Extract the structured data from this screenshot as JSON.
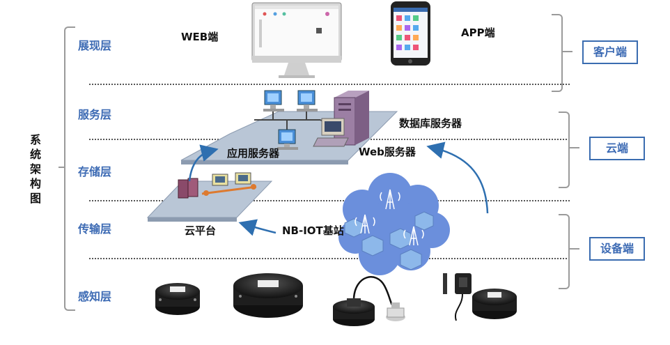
{
  "diagram": {
    "vertical_title": "系统架构图",
    "layers": [
      {
        "label": "展现层"
      },
      {
        "label": "服务层"
      },
      {
        "label": "存储层"
      },
      {
        "label": "传输层"
      },
      {
        "label": "感知层"
      }
    ],
    "groups": [
      {
        "label": "客户端"
      },
      {
        "label": "云端"
      },
      {
        "label": "设备端"
      }
    ],
    "labels": {
      "web_client": "WEB端",
      "app_client": "APP端",
      "db_server": "数据库服务器",
      "app_server": "应用服务器",
      "web_server": "Web服务器",
      "cloud_platform": "云平台",
      "nbiot_station": "NB-IOT基站"
    },
    "colors": {
      "layer_text": "#3d6bb4",
      "box_border": "#3a6cb0",
      "platform": "#b9c6d6",
      "cloud": "#6b8fdc",
      "arrow": "#2e6fb0",
      "server_purple": "#9c7fa4"
    }
  }
}
